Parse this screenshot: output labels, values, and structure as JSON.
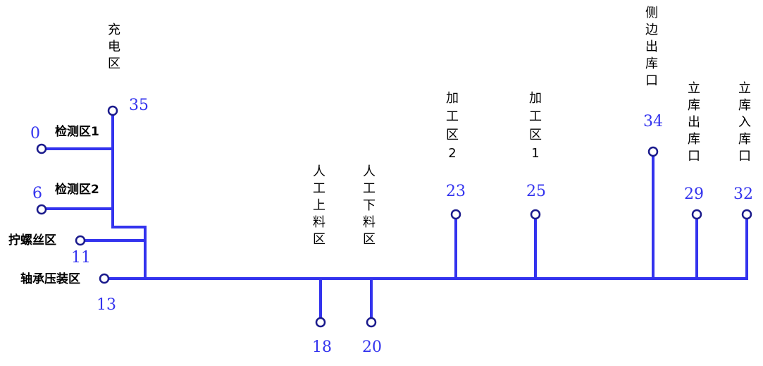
{
  "diagram": {
    "colors": {
      "track": "#3333ee",
      "node_stroke": "#1a1a8c",
      "number": "#3333ee",
      "label": "#000000"
    },
    "nodes": {
      "n35": {
        "id": "35",
        "label": "充电区"
      },
      "n0": {
        "id": "0",
        "label": "检测区1"
      },
      "n6": {
        "id": "6",
        "label": "检测区2"
      },
      "n11": {
        "id": "11",
        "label": "拧螺丝区"
      },
      "n13": {
        "id": "13",
        "label": "轴承压装区"
      },
      "n18": {
        "id": "18",
        "label": "人工上料区"
      },
      "n20": {
        "id": "20",
        "label": "人工下料区"
      },
      "n23": {
        "id": "23",
        "label": "加工区2"
      },
      "n25": {
        "id": "25",
        "label": "加工区1"
      },
      "n34": {
        "id": "34",
        "label": "侧边出库口"
      },
      "n29": {
        "id": "29",
        "label": "立库出库口"
      },
      "n32": {
        "id": "32",
        "label": "立库入库口"
      }
    }
  }
}
